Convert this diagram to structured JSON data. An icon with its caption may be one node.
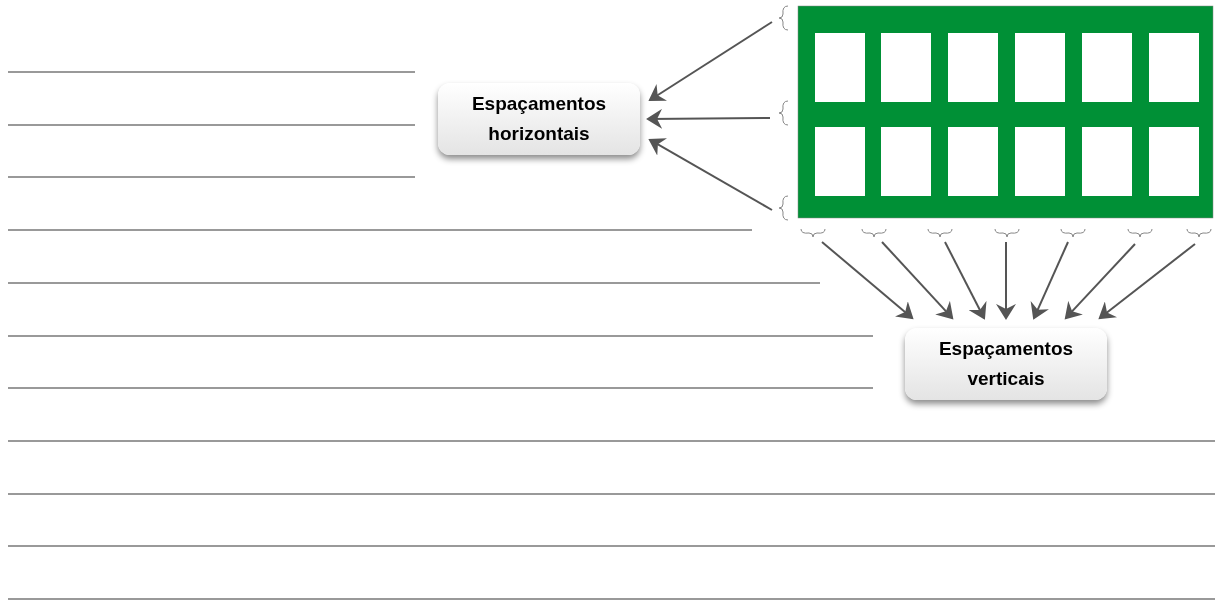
{
  "diagram": {
    "nodes": [
      {
        "text": [
          "Espaçamentos horizontais"
        ]
      },
      {
        "text": [
          "Espaçamentos verticais"
        ]
      }
    ],
    "edges": [
      {
        "from": null,
        "to": 0,
        "arrow": "to"
      },
      {
        "from": null,
        "to": 0,
        "arrow": "to"
      },
      {
        "from": null,
        "to": 0,
        "arrow": "to"
      },
      {
        "from": null,
        "to": 1,
        "arrow": "to"
      },
      {
        "from": null,
        "to": 1,
        "arrow": "to"
      },
      {
        "from": null,
        "to": 1,
        "arrow": "to"
      },
      {
        "from": null,
        "to": 1,
        "arrow": "to"
      },
      {
        "from": null,
        "to": 1,
        "arrow": "to"
      },
      {
        "from": null,
        "to": 1,
        "arrow": "to"
      },
      {
        "from": null,
        "to": 1,
        "arrow": "to"
      }
    ]
  }
}
